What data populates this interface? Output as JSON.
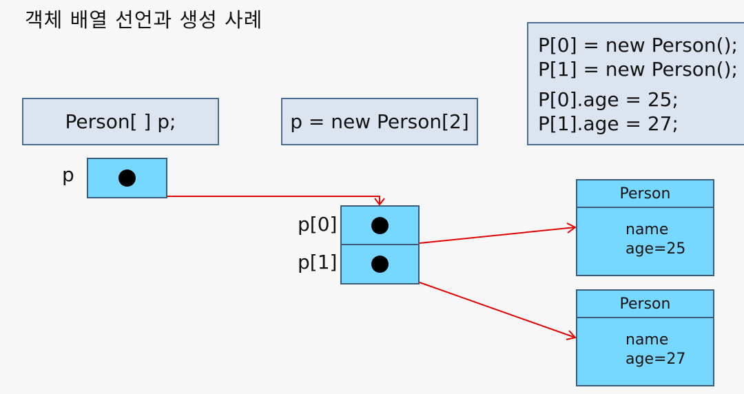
{
  "title": "객체 배열 선언과 생성 사례",
  "statements": {
    "declare": "Person[ ] p;",
    "create": "p = new Person[2]",
    "init_lines": [
      "P[0] = new Person();",
      "P[1] = new Person();",
      "P[0].age = 25;",
      "P[1].age = 27;"
    ]
  },
  "labels": {
    "ref": "p",
    "elem0": "p[0]",
    "elem1": "p[1]"
  },
  "objects": [
    {
      "class_name": "Person",
      "field1": "name",
      "field2": "age=25"
    },
    {
      "class_name": "Person",
      "field1": "name",
      "field2": "age=27"
    }
  ],
  "colors": {
    "arrow": "#e00000",
    "cell_fill": "#77d8ff",
    "code_fill": "#dce4f0"
  }
}
